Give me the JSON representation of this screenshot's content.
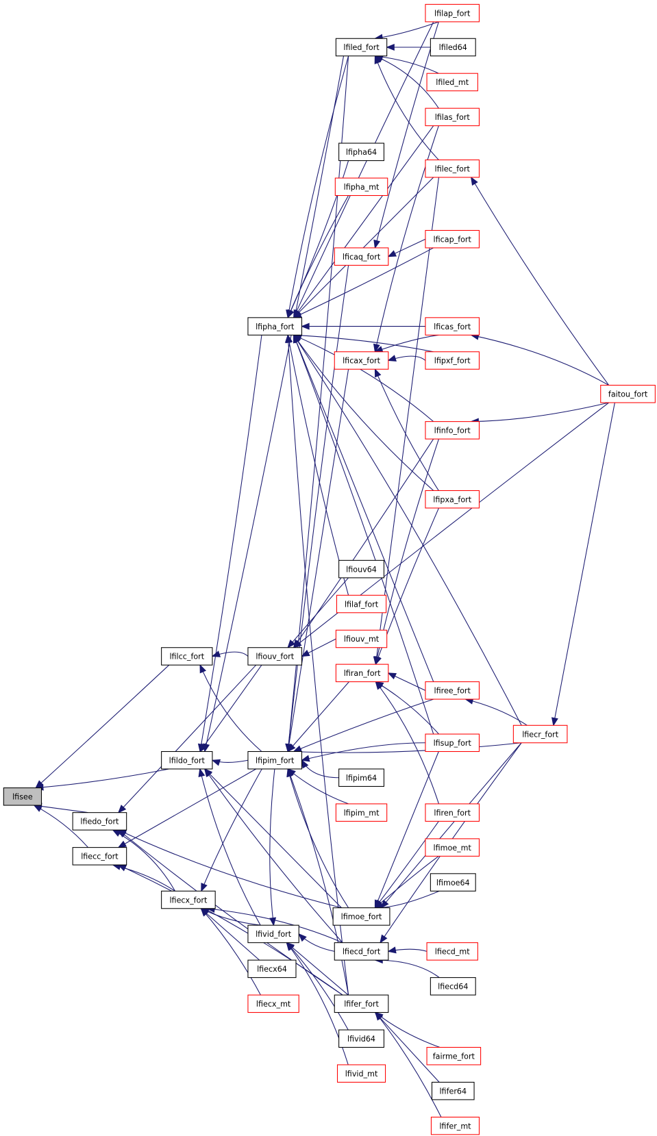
{
  "title": "lfisee caller graph",
  "colors": {
    "edge": "#191970",
    "root_fill": "#bfbfbf",
    "root_border": "#000000",
    "normal_border": "#000000",
    "truncated_border": "#ff0000",
    "node_fill": "#ffffff"
  },
  "root": "lfisee",
  "nodes": [
    {
      "id": "lfisee",
      "label": "lfisee",
      "style": "root"
    },
    {
      "id": "lfilcc_fort",
      "label": "lfilcc_fort",
      "style": "normal"
    },
    {
      "id": "lfildo_fort",
      "label": "lfildo_fort",
      "style": "normal"
    },
    {
      "id": "lfiedo_fort",
      "label": "lfiedo_fort",
      "style": "normal"
    },
    {
      "id": "lfiecc_fort",
      "label": "lfiecc_fort",
      "style": "normal"
    },
    {
      "id": "lfipha_fort",
      "label": "lfipha_fort",
      "style": "normal"
    },
    {
      "id": "lfiouv_fort",
      "label": "lfiouv_fort",
      "style": "normal"
    },
    {
      "id": "lfipim_fort",
      "label": "lfipim_fort",
      "style": "normal"
    },
    {
      "id": "lfiecx_fort",
      "label": "lfiecx_fort",
      "style": "normal"
    },
    {
      "id": "lfivid_fort",
      "label": "lfivid_fort",
      "style": "normal"
    },
    {
      "id": "lfiecx64",
      "label": "lfiecx64",
      "style": "normal"
    },
    {
      "id": "lfiecx_mt",
      "label": "lfiecx_mt",
      "style": "truncated"
    },
    {
      "id": "lfiled_fort",
      "label": "lfiled_fort",
      "style": "normal"
    },
    {
      "id": "lfipha64",
      "label": "lfipha64",
      "style": "normal"
    },
    {
      "id": "lfipha_mt",
      "label": "lfipha_mt",
      "style": "truncated"
    },
    {
      "id": "lficaq_fort",
      "label": "lficaq_fort",
      "style": "truncated"
    },
    {
      "id": "lficax_fort",
      "label": "lficax_fort",
      "style": "truncated"
    },
    {
      "id": "lfiouv64",
      "label": "lfiouv64",
      "style": "normal"
    },
    {
      "id": "lfilaf_fort",
      "label": "lfilaf_fort",
      "style": "truncated"
    },
    {
      "id": "lfiouv_mt",
      "label": "lfiouv_mt",
      "style": "truncated"
    },
    {
      "id": "lfiran_fort",
      "label": "lfiran_fort",
      "style": "truncated"
    },
    {
      "id": "lfipim64",
      "label": "lfipim64",
      "style": "normal"
    },
    {
      "id": "lfipim_mt",
      "label": "lfipim_mt",
      "style": "truncated"
    },
    {
      "id": "lfimoe_fort",
      "label": "lfimoe_fort",
      "style": "normal"
    },
    {
      "id": "lfiecd_fort",
      "label": "lfiecd_fort",
      "style": "normal"
    },
    {
      "id": "lfifer_fort",
      "label": "lfifer_fort",
      "style": "normal"
    },
    {
      "id": "lfivid64",
      "label": "lfivid64",
      "style": "normal"
    },
    {
      "id": "lfivid_mt",
      "label": "lfivid_mt",
      "style": "truncated"
    },
    {
      "id": "lfilap_fort",
      "label": "lfilap_fort",
      "style": "truncated"
    },
    {
      "id": "lfiled64",
      "label": "lfiled64",
      "style": "normal"
    },
    {
      "id": "lfiled_mt",
      "label": "lfiled_mt",
      "style": "truncated"
    },
    {
      "id": "lfilas_fort",
      "label": "lfilas_fort",
      "style": "truncated"
    },
    {
      "id": "lfilec_fort",
      "label": "lfilec_fort",
      "style": "truncated"
    },
    {
      "id": "lficap_fort",
      "label": "lficap_fort",
      "style": "truncated"
    },
    {
      "id": "lficas_fort",
      "label": "lficas_fort",
      "style": "truncated"
    },
    {
      "id": "lfipxf_fort",
      "label": "lfipxf_fort",
      "style": "truncated"
    },
    {
      "id": "lfinfo_fort",
      "label": "lfinfo_fort",
      "style": "truncated"
    },
    {
      "id": "lfipxa_fort",
      "label": "lfipxa_fort",
      "style": "truncated"
    },
    {
      "id": "lfiree_fort",
      "label": "lfiree_fort",
      "style": "truncated"
    },
    {
      "id": "lfisup_fort",
      "label": "lfisup_fort",
      "style": "truncated"
    },
    {
      "id": "lfiren_fort",
      "label": "lfiren_fort",
      "style": "truncated"
    },
    {
      "id": "lfimoe_mt",
      "label": "lfimoe_mt",
      "style": "truncated"
    },
    {
      "id": "lfimoe64",
      "label": "lfimoe64",
      "style": "normal"
    },
    {
      "id": "lfiecd_mt",
      "label": "lfiecd_mt",
      "style": "truncated"
    },
    {
      "id": "lfiecd64",
      "label": "lfiecd64",
      "style": "normal"
    },
    {
      "id": "fairme_fort",
      "label": "fairme_fort",
      "style": "truncated"
    },
    {
      "id": "lfifer64",
      "label": "lfifer64",
      "style": "normal"
    },
    {
      "id": "lfifer_mt",
      "label": "lfifer_mt",
      "style": "truncated"
    },
    {
      "id": "faitou_fort",
      "label": "faitou_fort",
      "style": "truncated"
    },
    {
      "id": "lfiecr_fort",
      "label": "lfiecr_fort",
      "style": "truncated"
    }
  ],
  "edges": [
    [
      "lfilcc_fort",
      "lfisee"
    ],
    [
      "lfildo_fort",
      "lfisee"
    ],
    [
      "lfiedo_fort",
      "lfisee"
    ],
    [
      "lfiecc_fort",
      "lfisee"
    ],
    [
      "lfiouv_fort",
      "lfilcc_fort"
    ],
    [
      "lfipim_fort",
      "lfilcc_fort"
    ],
    [
      "lfipim_fort",
      "lfildo_fort"
    ],
    [
      "lfiouv_fort",
      "lfildo_fort"
    ],
    [
      "lfipha_fort",
      "lfildo_fort"
    ],
    [
      "lfiled_fort",
      "lfildo_fort"
    ],
    [
      "lfivid_fort",
      "lfildo_fort"
    ],
    [
      "lfiecd_fort",
      "lfildo_fort"
    ],
    [
      "lfimoe_fort",
      "lfildo_fort"
    ],
    [
      "lfiouv_fort",
      "lfiedo_fort"
    ],
    [
      "lfiecx_fort",
      "lfiedo_fort"
    ],
    [
      "lfimoe_fort",
      "lfiedo_fort"
    ],
    [
      "lfifer_fort",
      "lfiedo_fort"
    ],
    [
      "lfipim_fort",
      "lfiecc_fort"
    ],
    [
      "lfiecx_fort",
      "lfiecc_fort"
    ],
    [
      "lfifer_fort",
      "lfiecc_fort"
    ],
    [
      "lfipim_fort",
      "lfiecx_fort"
    ],
    [
      "lfivid_fort",
      "lfiecx_fort"
    ],
    [
      "lfiecx64",
      "lfiecx_fort"
    ],
    [
      "lfiecx_mt",
      "lfiecx_fort"
    ],
    [
      "lfiecd_fort",
      "lfiecx_fort"
    ],
    [
      "lfipim_fort",
      "lfivid_fort"
    ],
    [
      "lfiecd_fort",
      "lfivid_fort"
    ],
    [
      "lfifer_fort",
      "lfivid_fort"
    ],
    [
      "lfivid64",
      "lfivid_fort"
    ],
    [
      "lfivid_mt",
      "lfivid_fort"
    ],
    [
      "lfiled_fort",
      "lfipha_fort"
    ],
    [
      "lfilap_fort",
      "lfipha_fort"
    ],
    [
      "lfilas_fort",
      "lfipha_fort"
    ],
    [
      "lfilec_fort",
      "lfipha_fort"
    ],
    [
      "lfipha64",
      "lfipha_fort"
    ],
    [
      "lfipha_mt",
      "lfipha_fort"
    ],
    [
      "lficap_fort",
      "lfipha_fort"
    ],
    [
      "lficas_fort",
      "lfipha_fort"
    ],
    [
      "lfipxf_fort",
      "lfipha_fort"
    ],
    [
      "lfinfo_fort",
      "lfipha_fort"
    ],
    [
      "lfipxa_fort",
      "lfipha_fort"
    ],
    [
      "lfilaf_fort",
      "lfipha_fort"
    ],
    [
      "lfiree_fort",
      "lfipha_fort"
    ],
    [
      "lfisup_fort",
      "lfipha_fort"
    ],
    [
      "lfiecr_fort",
      "lfipha_fort"
    ],
    [
      "lfifer_fort",
      "lfipha_fort"
    ],
    [
      "lfiouv64",
      "lfiouv_fort"
    ],
    [
      "lfiouv_mt",
      "lfiouv_fort"
    ],
    [
      "lfinfo_fort",
      "lfiouv_fort"
    ],
    [
      "faitou_fort",
      "lfiouv_fort"
    ],
    [
      "lfipim64",
      "lfipim_fort"
    ],
    [
      "lfipim_mt",
      "lfipim_fort"
    ],
    [
      "lfiran_fort",
      "lfipim_fort"
    ],
    [
      "lfiree_fort",
      "lfipim_fort"
    ],
    [
      "lfisup_fort",
      "lfipim_fort"
    ],
    [
      "lfiecr_fort",
      "lfipim_fort"
    ],
    [
      "lficaq_fort",
      "lfipim_fort"
    ],
    [
      "lficax_fort",
      "lfipim_fort"
    ],
    [
      "lfiled_fort",
      "lfipim_fort"
    ],
    [
      "lfifer_fort",
      "lfipim_fort"
    ],
    [
      "lfimoe_fort",
      "lfipim_fort"
    ],
    [
      "lfilap_fort",
      "lfiled_fort"
    ],
    [
      "lfiled64",
      "lfiled_fort"
    ],
    [
      "lfiled_mt",
      "lfiled_fort"
    ],
    [
      "lfilas_fort",
      "lfiled_fort"
    ],
    [
      "lfilec_fort",
      "lfiled_fort"
    ],
    [
      "lfilap_fort",
      "lficaq_fort"
    ],
    [
      "lficap_fort",
      "lficaq_fort"
    ],
    [
      "lficas_fort",
      "lficax_fort"
    ],
    [
      "lfipxf_fort",
      "lficax_fort"
    ],
    [
      "lfilas_fort",
      "lficax_fort"
    ],
    [
      "lfipxa_fort",
      "lficax_fort"
    ],
    [
      "lfiree_fort",
      "lfiran_fort"
    ],
    [
      "lfisup_fort",
      "lfiran_fort"
    ],
    [
      "lfiren_fort",
      "lfiran_fort"
    ],
    [
      "lfinfo_fort",
      "lfiran_fort"
    ],
    [
      "lfipxa_fort",
      "lfiran_fort"
    ],
    [
      "lfilec_fort",
      "lfiran_fort"
    ],
    [
      "lfiren_fort",
      "lfimoe_fort"
    ],
    [
      "lfimoe_mt",
      "lfimoe_fort"
    ],
    [
      "lfimoe64",
      "lfimoe_fort"
    ],
    [
      "lfiecr_fort",
      "lfimoe_fort"
    ],
    [
      "lfisup_fort",
      "lfimoe_fort"
    ],
    [
      "lfiecd_mt",
      "lfiecd_fort"
    ],
    [
      "lfiecd64",
      "lfiecd_fort"
    ],
    [
      "lfiecr_fort",
      "lfiecd_fort"
    ],
    [
      "fairme_fort",
      "lfifer_fort"
    ],
    [
      "lfifer64",
      "lfifer_fort"
    ],
    [
      "lfifer_mt",
      "lfifer_fort"
    ],
    [
      "faitou_fort",
      "lficas_fort"
    ],
    [
      "faitou_fort",
      "lfinfo_fort"
    ],
    [
      "faitou_fort",
      "lfilec_fort"
    ],
    [
      "faitou_fort",
      "lfiecr_fort"
    ],
    [
      "lfiecr_fort",
      "lfiree_fort"
    ]
  ]
}
